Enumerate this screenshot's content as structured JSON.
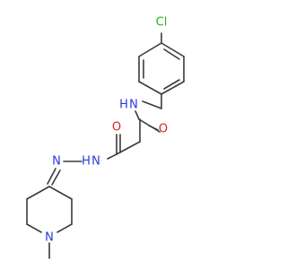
{
  "molecule": {
    "atoms": {
      "chlorine": "Cl",
      "amide_nitrogen": "N",
      "amide_hydrogen": "H",
      "oxygen_left": "O",
      "oxygen_right": "O",
      "hydrazide_nitrogen": "N",
      "hydrazide_hydrogen": "H",
      "imine_nitrogen": "N",
      "ring_nitrogen": "N"
    },
    "colors": {
      "bond": "#3a3a3a",
      "chlorine": "#1fb01f",
      "nitrogen": "#2a3ad8",
      "oxygen": "#e02020"
    }
  }
}
